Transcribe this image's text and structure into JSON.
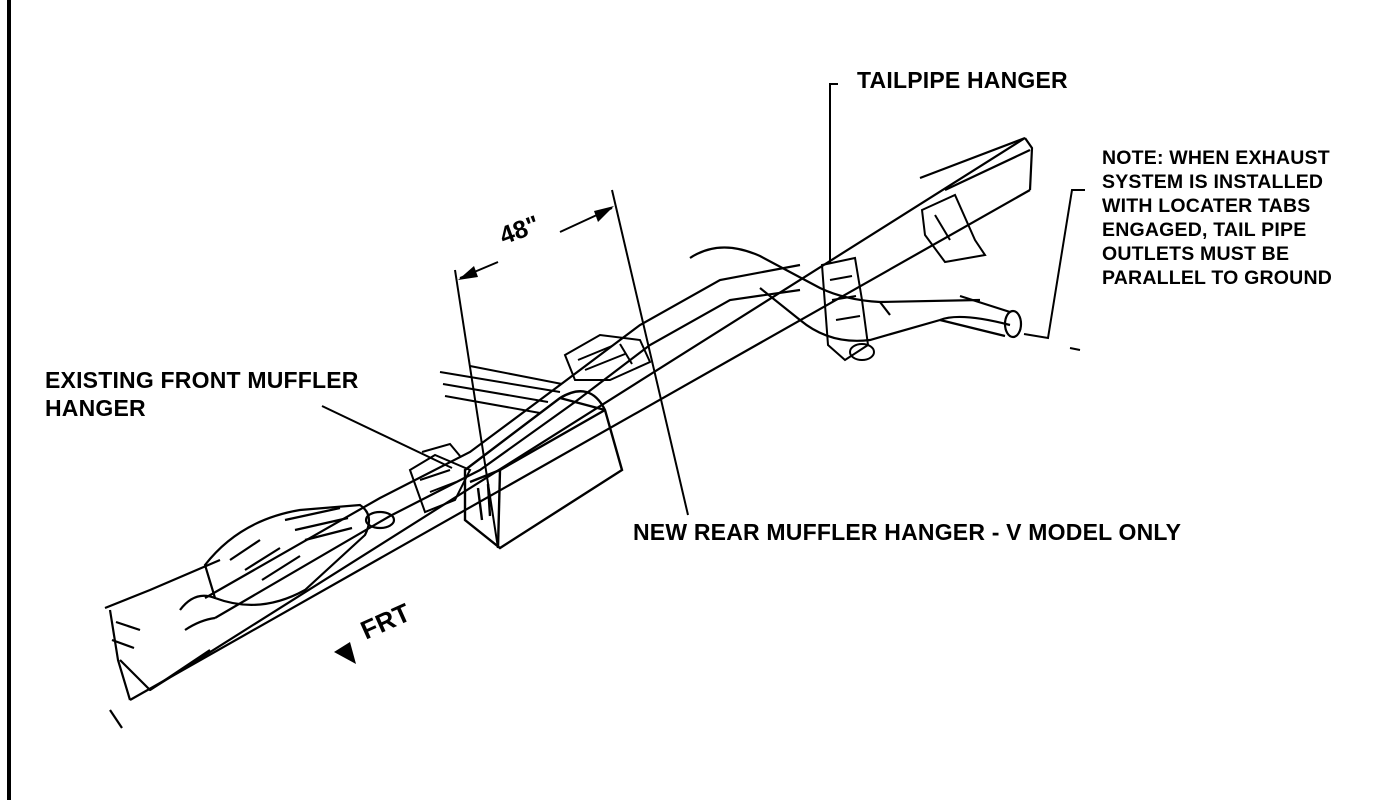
{
  "diagram": {
    "labels": {
      "tailpipe_hanger": "TAILPIPE HANGER",
      "existing_front_muffler_hanger_line1": "EXISTING FRONT MUFFLER",
      "existing_front_muffler_hanger_line2": "HANGER",
      "new_rear_muffler_hanger": "NEW REAR MUFFLER HANGER - V MODEL ONLY",
      "dimension": "48\"",
      "front_direction": "FRT"
    },
    "note": {
      "lines": [
        "NOTE:  WHEN EXHAUST",
        "SYSTEM IS INSTALLED",
        "WITH LOCATER TABS",
        "ENGAGED, TAIL PIPE",
        "OUTLETS MUST BE",
        "PARALLEL TO GROUND"
      ]
    }
  }
}
